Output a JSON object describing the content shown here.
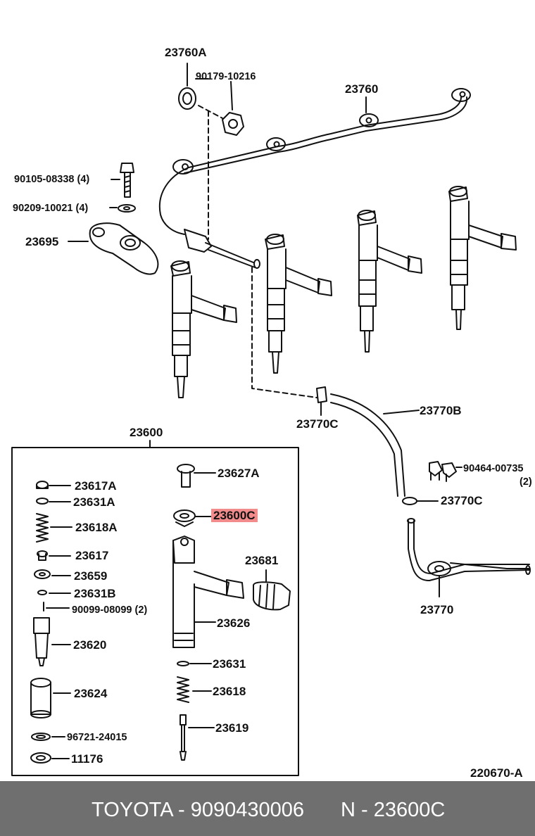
{
  "labels": {
    "p23760A": "23760A",
    "p90179": "90179-10216",
    "p23760": "23760",
    "p90105": "90105-08338 (4)",
    "p90209": "90209-10021 (4)",
    "p23695": "23695",
    "p23770C_top": "23770C",
    "p23770B": "23770B",
    "p90464": "90464-00735",
    "p90464_qty": "(2)",
    "p23770C_bot": "23770C",
    "p23770": "23770",
    "p23600": "23600",
    "p23617A": "23617A",
    "p23631A": "23631A",
    "p23618A": "23618A",
    "p23617": "23617",
    "p23659": "23659",
    "p23631B": "23631B",
    "p90099": "90099-08099 (2)",
    "p23620": "23620",
    "p23624": "23624",
    "p96721": "96721-24015",
    "p11176": "11176",
    "p23627A": "23627A",
    "p23600C": "23600C",
    "p23681": "23681",
    "p23626": "23626",
    "p23631": "23631",
    "p23618": "23618",
    "p23619": "23619",
    "diagram_ref": "220670-A"
  },
  "highlight_color": "#f28b8b",
  "footer": {
    "brand_part": "TOYOTA - 9090430006",
    "item_ref": "N - 23600C"
  }
}
